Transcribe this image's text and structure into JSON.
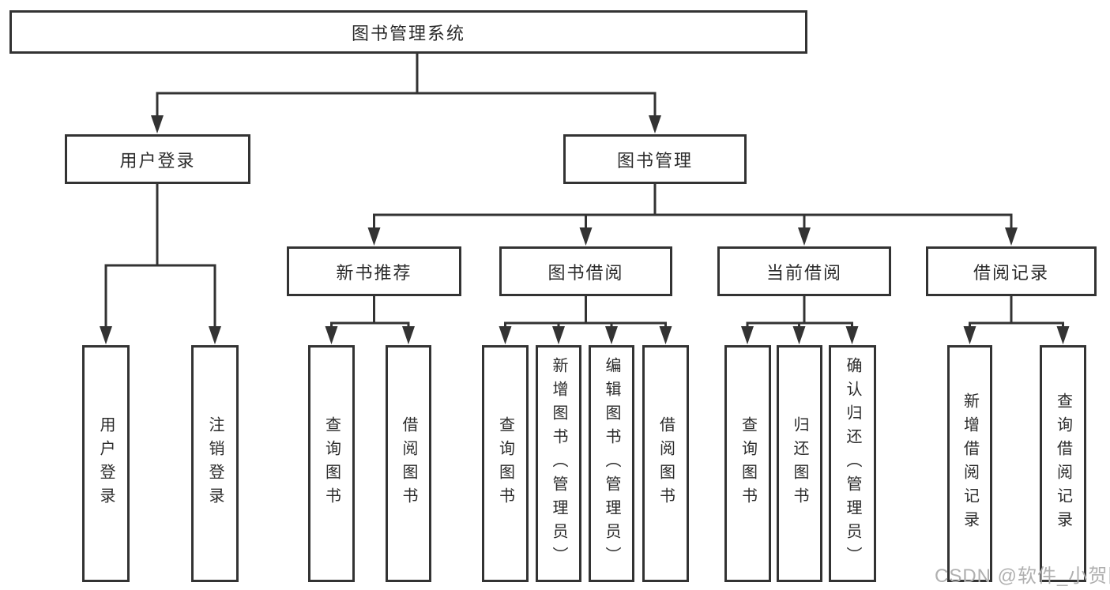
{
  "nodes": {
    "root": "图书管理系统",
    "user_login": "用户登录",
    "book_management": "图书管理",
    "new_book_recommend": "新书推荐",
    "book_borrow": "图书借阅",
    "current_borrow": "当前借阅",
    "borrow_records": "借阅记录",
    "ul_user_login": "用户登录",
    "ul_logout": "注销登录",
    "nb_query_book": "查询图书",
    "nb_borrow_book": "借阅图书",
    "bb_query_book": "查询图书",
    "bb_add_book": "新增图书（管理员）",
    "bb_edit_book": "编辑图书（管理员）",
    "bb_borrow_book": "借阅图书",
    "cb_query_book": "查询图书",
    "cb_return_book": "归还图书",
    "cb_confirm_return": "确认归还（管理员）",
    "br_add_record": "新增借阅记录",
    "br_query_record": "查询借阅记录"
  },
  "watermark": "CSDN @软件_小贺同学",
  "colors": {
    "line": "#333333",
    "box_border": "#333333",
    "box_fill": "#ffffff",
    "text": "#2b2b2b",
    "watermark": "#b0b0b0"
  }
}
